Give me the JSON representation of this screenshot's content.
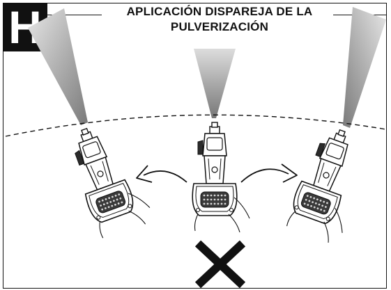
{
  "badge": {
    "letter": "H"
  },
  "title": {
    "line1": "APLICACIÓN DISPAREJA DE LA",
    "line2": "PULVERIZACIÓN"
  },
  "colors": {
    "ink": "#111111",
    "spray_light": "#d4d4d4",
    "spray_dark": "#8a8a8a",
    "gun_body": "#ffffff",
    "gun_grip": "#2b2b2b"
  },
  "figures": [
    {
      "id": "left",
      "tilt": "tilted-left"
    },
    {
      "id": "center",
      "tilt": "upright"
    },
    {
      "id": "right",
      "tilt": "tilted-right"
    }
  ],
  "symbols": {
    "incorrect": "x-mark-icon",
    "motion": "curved-arrow-icon"
  }
}
